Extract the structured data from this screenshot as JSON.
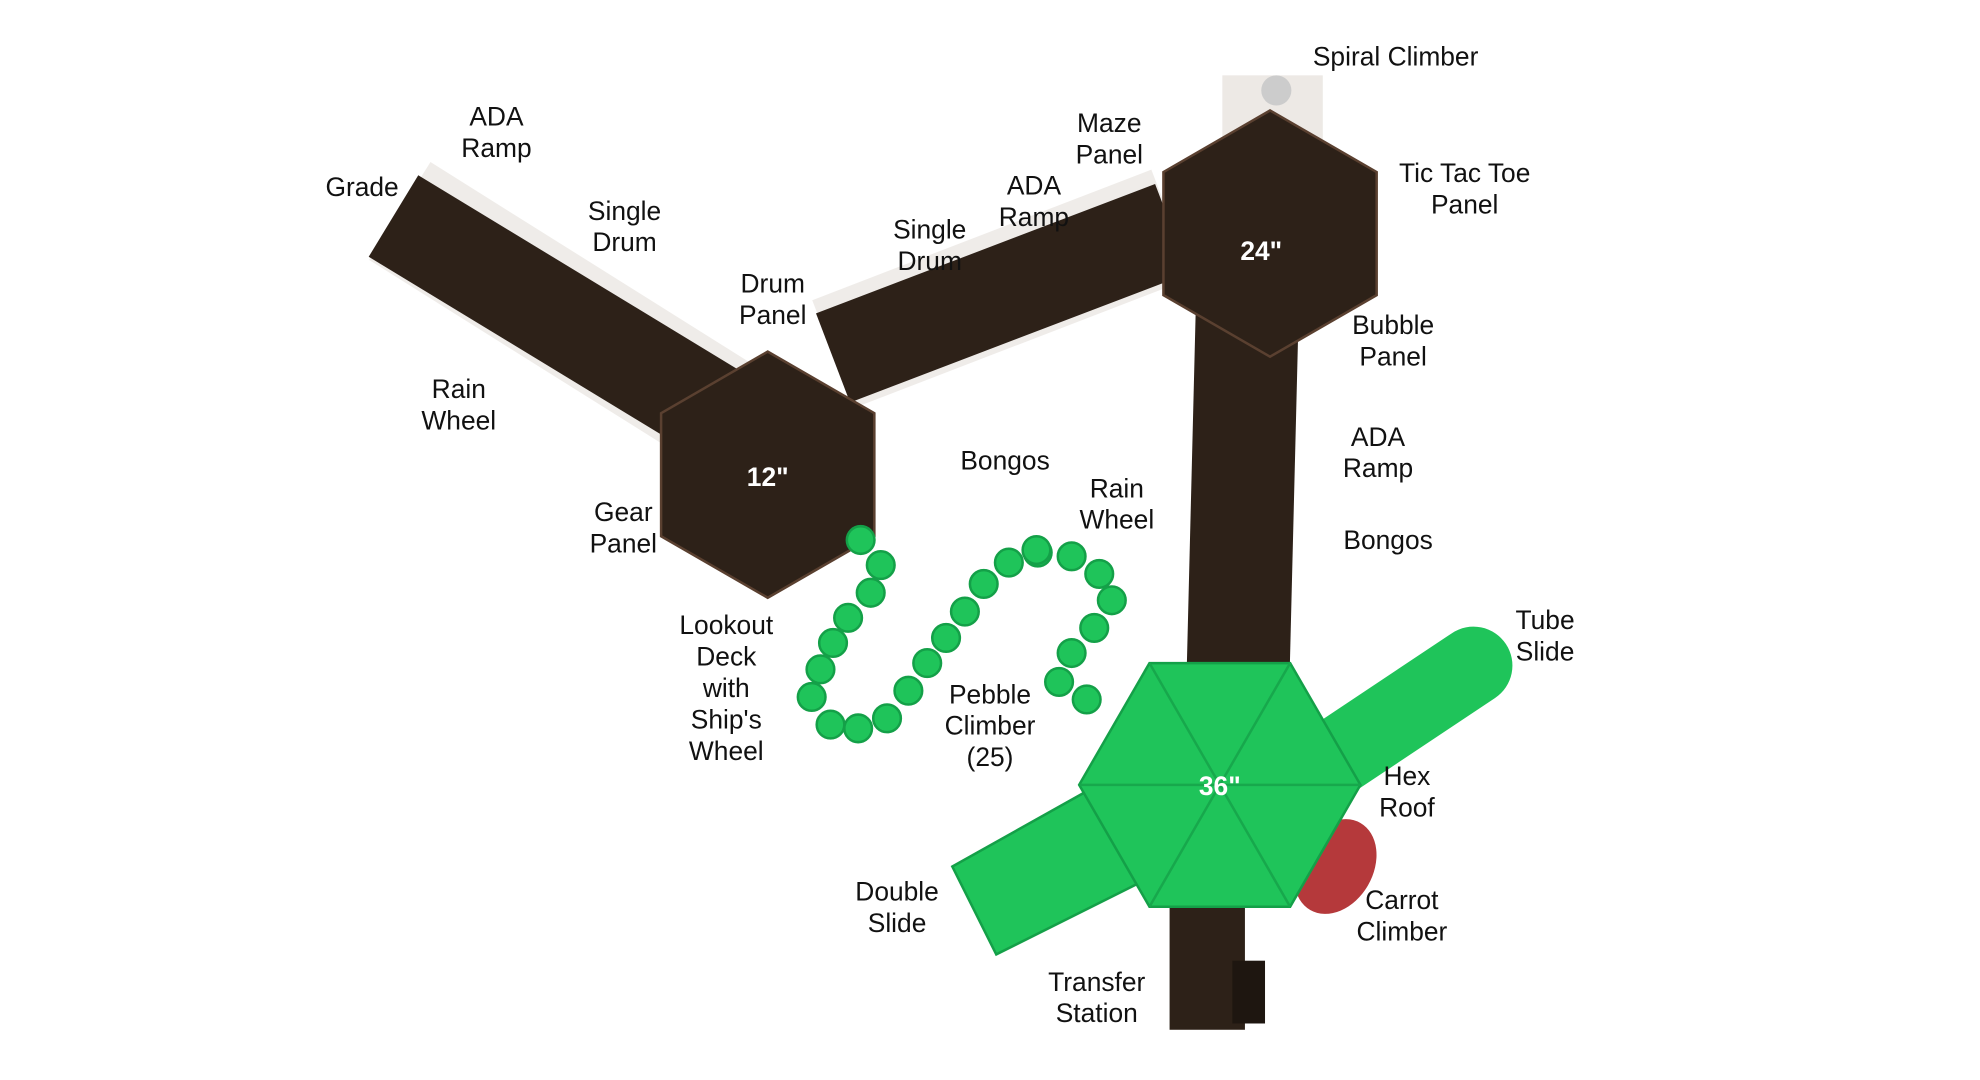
{
  "diagram": {
    "labels": [
      {
        "id": "spiral-climber",
        "lines": [
          "Spiral Climber"
        ]
      },
      {
        "id": "ada-ramp-1",
        "lines": [
          "ADA",
          "Ramp"
        ]
      },
      {
        "id": "grade",
        "lines": [
          "Grade"
        ]
      },
      {
        "id": "single-drum-1",
        "lines": [
          "Single",
          "Drum"
        ]
      },
      {
        "id": "maze-panel",
        "lines": [
          "Maze",
          "Panel"
        ]
      },
      {
        "id": "tic-tac-toe-panel",
        "lines": [
          "Tic Tac Toe",
          "Panel"
        ]
      },
      {
        "id": "ada-ramp-2",
        "lines": [
          "ADA",
          "Ramp"
        ]
      },
      {
        "id": "single-drum-2",
        "lines": [
          "Single",
          "Drum"
        ]
      },
      {
        "id": "drum-panel",
        "lines": [
          "Drum",
          "Panel"
        ]
      },
      {
        "id": "bubble-panel",
        "lines": [
          "Bubble",
          "Panel"
        ]
      },
      {
        "id": "rain-wheel-1",
        "lines": [
          "Rain",
          "Wheel"
        ]
      },
      {
        "id": "bongos-1",
        "lines": [
          "Bongos"
        ]
      },
      {
        "id": "ada-ramp-3",
        "lines": [
          "ADA",
          "Ramp"
        ]
      },
      {
        "id": "rain-wheel-2",
        "lines": [
          "Rain",
          "Wheel"
        ]
      },
      {
        "id": "gear-panel",
        "lines": [
          "Gear",
          "Panel"
        ]
      },
      {
        "id": "bongos-2",
        "lines": [
          "Bongos"
        ]
      },
      {
        "id": "lookout-deck",
        "lines": [
          "Lookout",
          "Deck",
          "with",
          "Ship's",
          "Wheel"
        ]
      },
      {
        "id": "tube-slide",
        "lines": [
          "Tube",
          "Slide"
        ]
      },
      {
        "id": "pebble-climber",
        "lines": [
          "Pebble",
          "Climber",
          "(25)"
        ]
      },
      {
        "id": "hex-roof",
        "lines": [
          "Hex",
          "Roof"
        ]
      },
      {
        "id": "double-slide",
        "lines": [
          "Double",
          "Slide"
        ]
      },
      {
        "id": "carrot-climber",
        "lines": [
          "Carrot",
          "Climber"
        ]
      },
      {
        "id": "transfer-station",
        "lines": [
          "Transfer",
          "Station"
        ]
      }
    ],
    "deck_heights": {
      "deck_12": "12\"",
      "deck_24": "24\"",
      "deck_36": "36\""
    },
    "colors": {
      "deck": "#2d2118",
      "green": "#1fc45a",
      "rail": "#e8e4df",
      "carrot": "#b5393b"
    }
  }
}
